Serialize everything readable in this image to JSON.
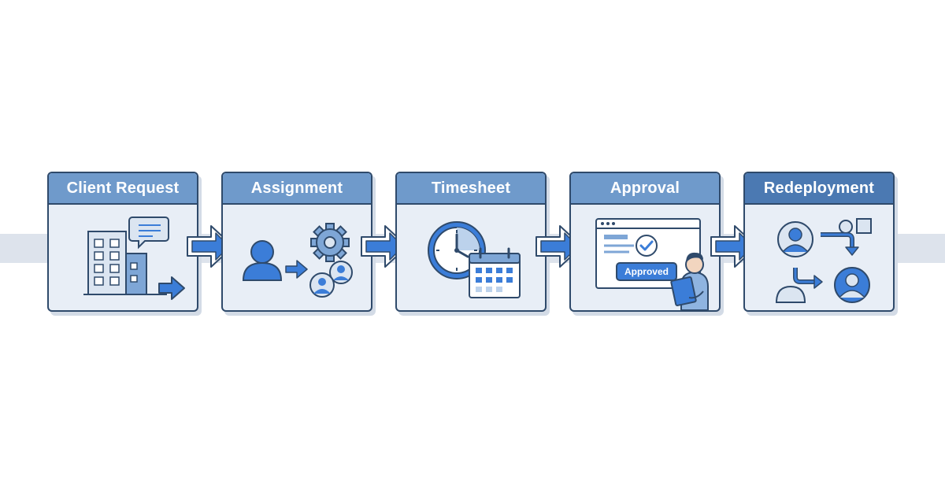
{
  "steps": [
    {
      "label": "Client Request",
      "icon": "office-building-icon"
    },
    {
      "label": "Assignment",
      "icon": "worker-assignment-icon"
    },
    {
      "label": "Timesheet",
      "icon": "clock-calendar-icon"
    },
    {
      "label": "Approval",
      "icon": "approval-window-icon",
      "badge": "Approved"
    },
    {
      "label": "Redeployment",
      "icon": "redeploy-people-icon"
    }
  ],
  "colors": {
    "accent": "#3b7dd8",
    "header": "#6f9acb",
    "header_last": "#4b79b2",
    "outline": "#2f4a6b",
    "card_bg": "#e8eef6",
    "track": "#dde3ec"
  }
}
